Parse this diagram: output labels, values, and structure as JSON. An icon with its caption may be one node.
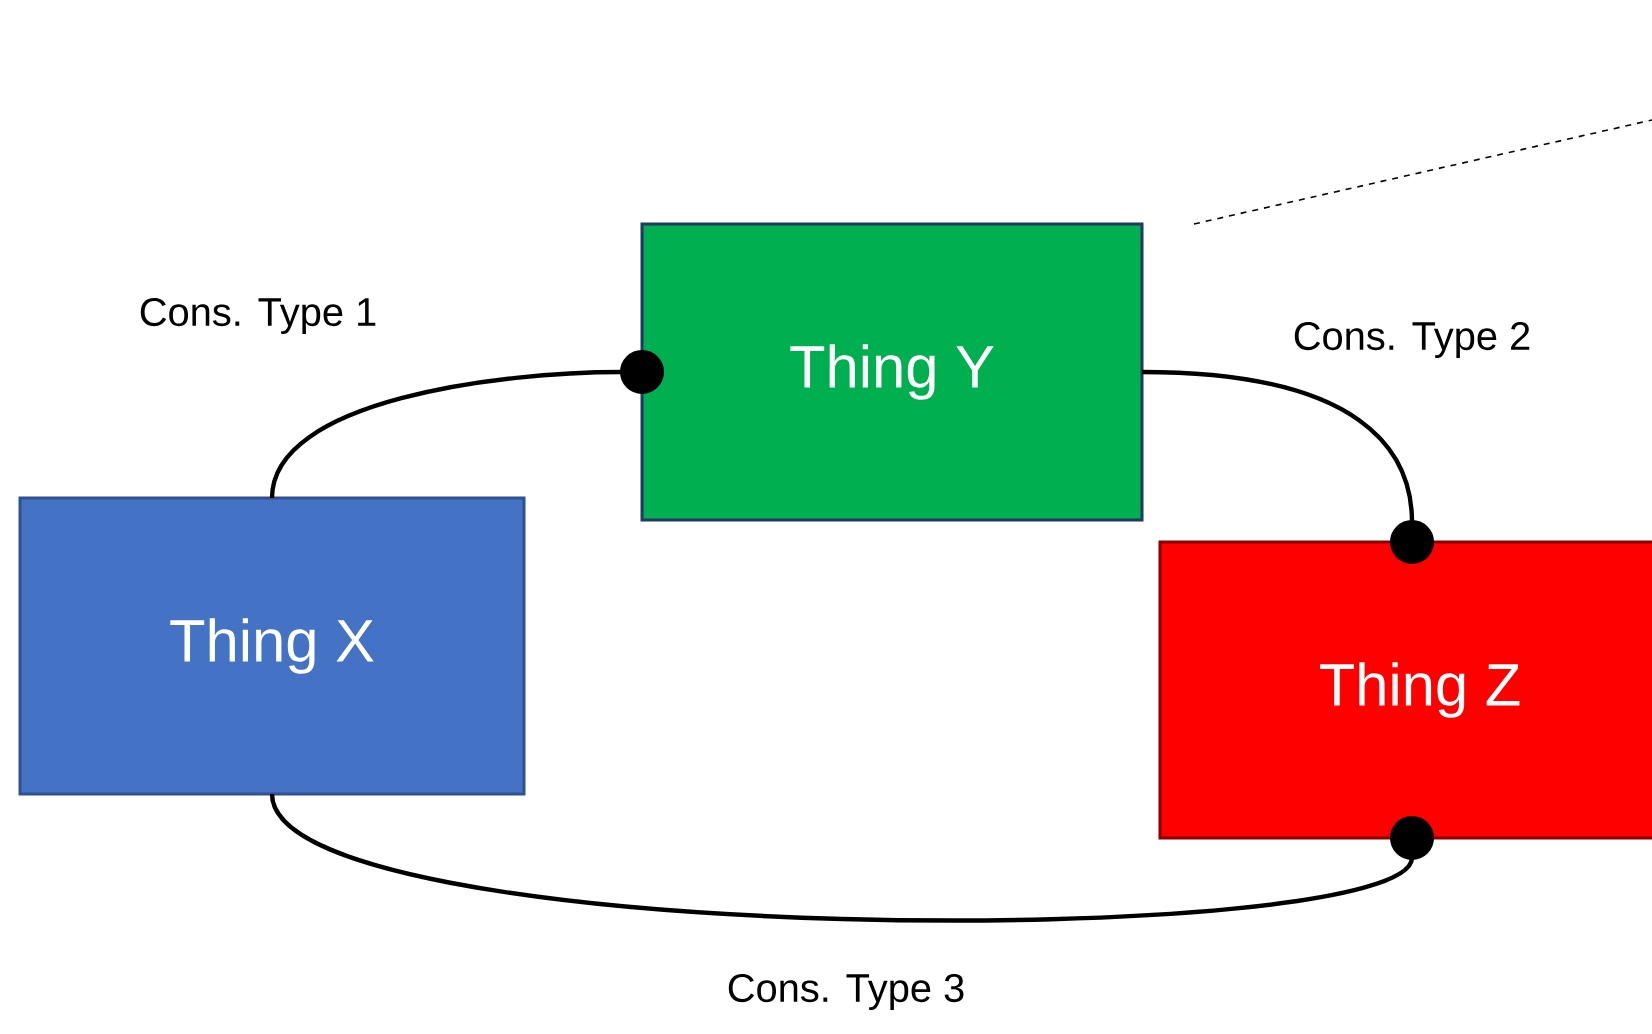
{
  "diagram": {
    "nodes": [
      {
        "text": [
          "Thing X"
        ]
      },
      {
        "text": [
          "Thing Y"
        ]
      },
      {
        "text": [
          "Thing Z"
        ]
      }
    ],
    "edges": [
      {
        "from": 0,
        "to": 1,
        "arrow": "other",
        "label": "Cons. Type 1"
      },
      {
        "from": 1,
        "to": 2,
        "arrow": "other",
        "label": "Cons. Type 2"
      },
      {
        "from": 0,
        "to": 2,
        "arrow": "other",
        "label": "Cons. Type 3"
      }
    ]
  }
}
